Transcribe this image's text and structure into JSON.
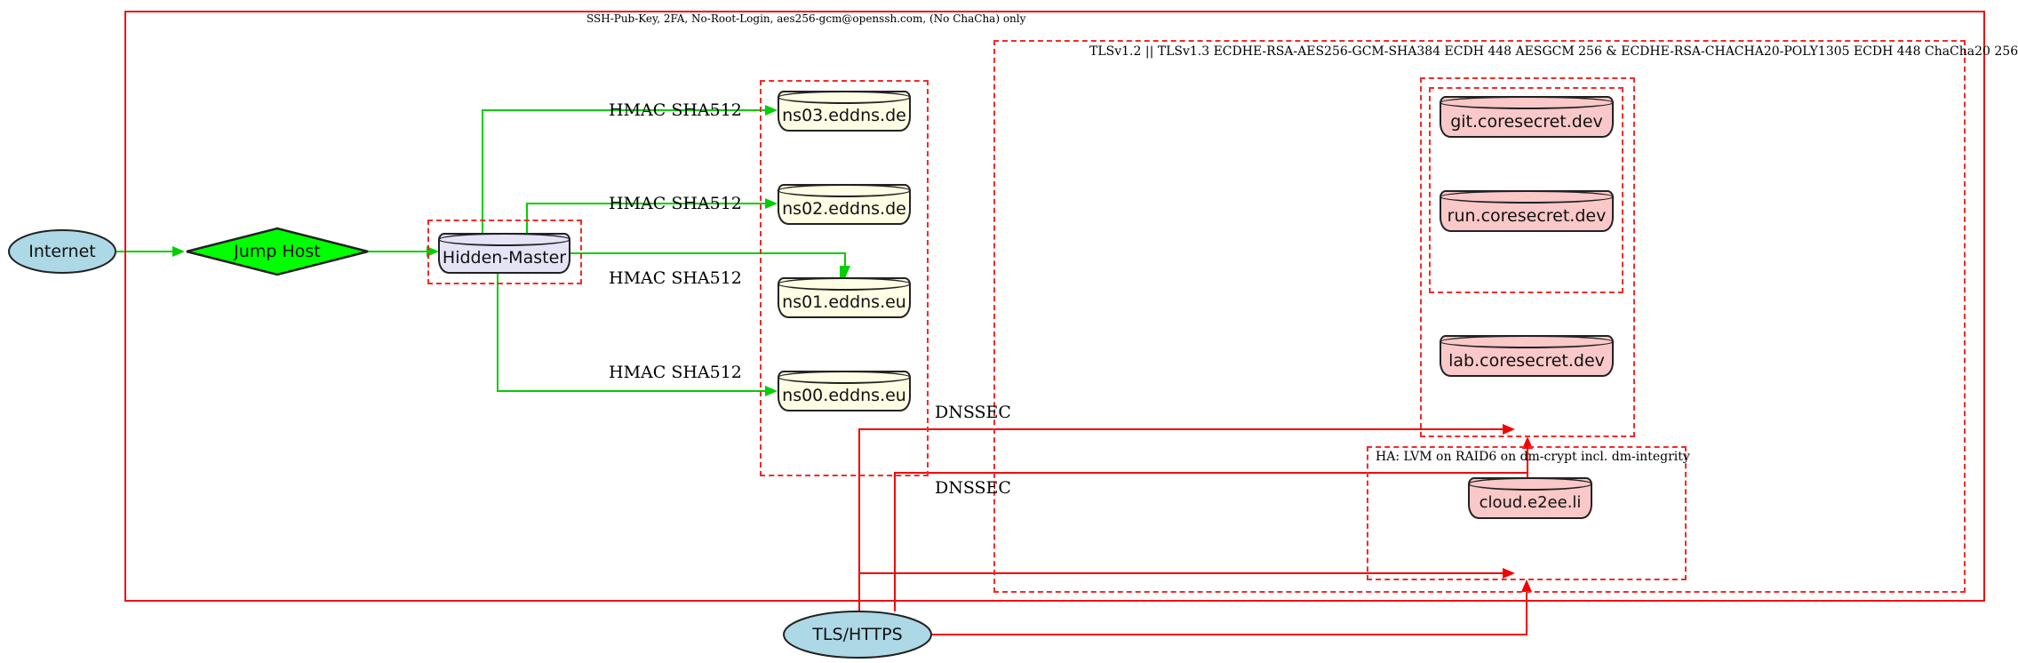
{
  "clusters": {
    "ssh": {
      "label": "SSH-Pub-Key, 2FA, No-Root-Login, aes256-gcm@openssh.com, (No ChaCha) only"
    },
    "tls": {
      "label": "TLSv1.2 || TLSv1.3 ECDHE-RSA-AES256-GCM-SHA384 ECDH 448 AESGCM 256 & ECDHE-RSA-CHACHA20-POLY1305 ECDH 448 ChaCha20 256"
    },
    "ha": {
      "label": "HA: LVM on RAID6 on dm-crypt incl. dm-integrity"
    }
  },
  "nodes": {
    "internet": {
      "label": "Internet",
      "shape": "ellipse",
      "fill": "#add8e6"
    },
    "jump_host": {
      "label": "Jump Host",
      "shape": "diamond",
      "fill": "#00ff00"
    },
    "hidden_master": {
      "label": "Hidden-Master",
      "shape": "cylinder",
      "fill": "#e4e4f6"
    },
    "ns03": {
      "label": "ns03.eddns.de",
      "shape": "cylinder",
      "fill": "#fffde4"
    },
    "ns02": {
      "label": "ns02.eddns.de",
      "shape": "cylinder",
      "fill": "#fffde4"
    },
    "ns01": {
      "label": "ns01.eddns.eu",
      "shape": "cylinder",
      "fill": "#fffde4"
    },
    "ns00": {
      "label": "ns00.eddns.eu",
      "shape": "cylinder",
      "fill": "#fffde4"
    },
    "git": {
      "label": "git.coresecret.dev",
      "shape": "cylinder",
      "fill": "#fac8c8"
    },
    "run": {
      "label": "run.coresecret.dev",
      "shape": "cylinder",
      "fill": "#fac8c8"
    },
    "lab": {
      "label": "lab.coresecret.dev",
      "shape": "cylinder",
      "fill": "#fac8c8"
    },
    "cloud": {
      "label": "cloud.e2ee.li",
      "shape": "cylinder",
      "fill": "#fac8c8"
    },
    "tls_https": {
      "label": "TLS/HTTPS",
      "shape": "ellipse",
      "fill": "#add8e6"
    }
  },
  "edges": {
    "hmac1": {
      "label": "HMAC SHA512",
      "color": "#00cf00"
    },
    "hmac2": {
      "label": "HMAC SHA512",
      "color": "#00cf00"
    },
    "hmac3": {
      "label": "HMAC SHA512",
      "color": "#00cf00"
    },
    "hmac4": {
      "label": "HMAC SHA512",
      "color": "#00cf00"
    },
    "dnssec1": {
      "label": "DNSSEC",
      "color": "#f40000"
    },
    "dnssec2": {
      "label": "DNSSEC",
      "color": "#f40000"
    }
  },
  "colors": {
    "cluster_border": "#f42a2a",
    "outer_border": "#f01010",
    "green_edge": "#00cf00",
    "red_edge": "#f40000",
    "node_stroke": "#222222"
  }
}
